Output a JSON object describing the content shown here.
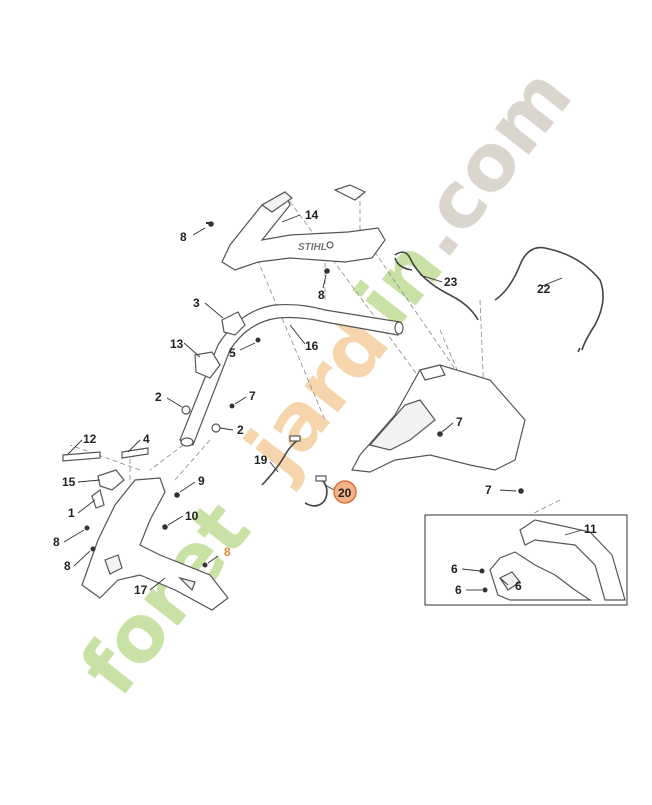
{
  "callouts": [
    {
      "id": "c14",
      "label": "14"
    },
    {
      "id": "c8a",
      "label": "8"
    },
    {
      "id": "c8b",
      "label": "8"
    },
    {
      "id": "c23",
      "label": "23"
    },
    {
      "id": "c22",
      "label": "22"
    },
    {
      "id": "c3",
      "label": "3"
    },
    {
      "id": "c5",
      "label": "5"
    },
    {
      "id": "c16",
      "label": "16"
    },
    {
      "id": "c13",
      "label": "13"
    },
    {
      "id": "c2a",
      "label": "2"
    },
    {
      "id": "c7a",
      "label": "7"
    },
    {
      "id": "c2b",
      "label": "2"
    },
    {
      "id": "c7b",
      "label": "7"
    },
    {
      "id": "c12",
      "label": "12"
    },
    {
      "id": "c4",
      "label": "4"
    },
    {
      "id": "c19",
      "label": "19"
    },
    {
      "id": "c20",
      "label": "20"
    },
    {
      "id": "c7c",
      "label": "7"
    },
    {
      "id": "c15",
      "label": "15"
    },
    {
      "id": "c9",
      "label": "9"
    },
    {
      "id": "c1",
      "label": "1"
    },
    {
      "id": "c10",
      "label": "10"
    },
    {
      "id": "c8c",
      "label": "8"
    },
    {
      "id": "c8d",
      "label": "8"
    },
    {
      "id": "c8e",
      "label": "8"
    },
    {
      "id": "c17",
      "label": "17"
    },
    {
      "id": "c11",
      "label": "11"
    },
    {
      "id": "c6a",
      "label": "6"
    },
    {
      "id": "c6b",
      "label": "6"
    },
    {
      "id": "c6c",
      "label": "6"
    }
  ],
  "highlight_callout": "20",
  "brand_logo_text": "STIHL",
  "watermark": {
    "text_green": "foret",
    "text_orange": "jard",
    "text_green2": "in",
    "text_grey": ".com",
    "color_green": "#c6e0a0",
    "color_orange": "#f6d3a8",
    "color_grey": "#d8d4cc"
  },
  "colors": {
    "highlight_fill": "#f3b288",
    "highlight_stroke": "#d9733a",
    "highlight_text_8": "#e08a2a"
  }
}
